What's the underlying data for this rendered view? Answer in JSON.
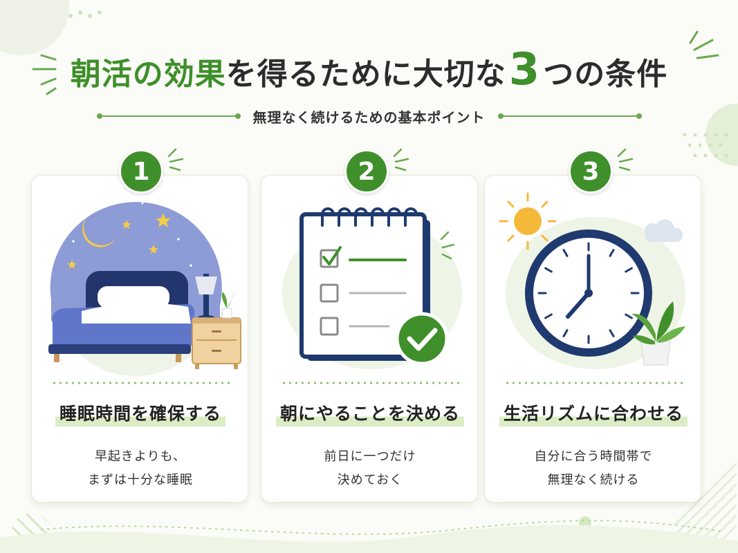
{
  "title": {
    "part1": "朝活の効果",
    "part2": "を得るために大切な",
    "number": "3",
    "part3": "つの条件"
  },
  "subtitle": "無理なく続けるための基本ポイント",
  "colors": {
    "accent_green": "#3f8f2a",
    "navy": "#1f3a6e",
    "background": "#fbfcf8"
  },
  "cards": [
    {
      "number": "1",
      "title": "睡眠時間を確保する",
      "desc_line1": "早起きよりも、",
      "desc_line2": "まずは十分な睡眠",
      "icon": "bed-night-icon"
    },
    {
      "number": "2",
      "title": "朝にやることを決める",
      "desc_line1": "前日に一つだけ",
      "desc_line2": "決めておく",
      "icon": "checklist-notepad-icon"
    },
    {
      "number": "3",
      "title": "生活リズムに合わせる",
      "desc_line1": "自分に合う時間帯で",
      "desc_line2": "無理なく続ける",
      "icon": "clock-sun-icon"
    }
  ]
}
